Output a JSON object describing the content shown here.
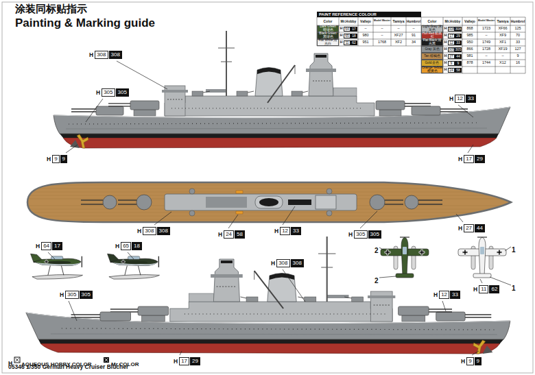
{
  "diagram": {
    "title": "Painting & Marking guide",
    "caption": "05346 1/350 German Heavy Cruiser Blücher",
    "nodes": [
      {
        "text": [
          "H",
          "308",
          "308"
        ]
      },
      {
        "text": [
          "H",
          "305",
          "305"
        ]
      },
      {
        "text": [
          "H",
          "12",
          "33"
        ]
      },
      {
        "text": [
          "H",
          "9",
          "9"
        ]
      },
      {
        "text": [
          "H",
          "17",
          "29"
        ]
      },
      {
        "text": [
          "H",
          "308",
          "308"
        ]
      },
      {
        "text": [
          "H",
          "24",
          "58"
        ]
      },
      {
        "text": [
          "H",
          "12",
          "33"
        ]
      },
      {
        "text": [
          "H",
          "305",
          "305"
        ]
      },
      {
        "text": [
          "H",
          "27",
          "44"
        ]
      },
      {
        "text": [
          "H",
          "64",
          "17"
        ]
      },
      {
        "text": [
          "H",
          "65",
          "18"
        ]
      },
      {
        "text": [
          "H",
          "308",
          "308"
        ]
      },
      {
        "text": [
          "H",
          "11",
          "62"
        ]
      },
      {
        "text": [
          "H",
          "305",
          "305"
        ]
      },
      {
        "text": [
          "H",
          "12",
          "33"
        ]
      },
      {
        "text": [
          "H",
          "17",
          "29"
        ]
      },
      {
        "text": [
          "H",
          "9",
          "9"
        ]
      }
    ],
    "labels": [
      "涂装同标贴指示",
      "PAINT REFERENCE COLOUR",
      "Color",
      "Mr.Hobby",
      "Vallejo",
      "Model Master",
      "Tamiya",
      "Humbrol",
      "Color",
      "Mr.Hobby",
      "Vallejo",
      "Model Master",
      "Tamiya",
      "Humbrol",
      "H",
      "64",
      "17",
      "–",
      "–",
      "–",
      "–",
      "H",
      "65",
      "18",
      "980",
      "–",
      "XF27",
      "91",
      "H",
      "11",
      "62",
      "951",
      "1768",
      "XF2",
      "34",
      "H",
      "308",
      "308",
      "868",
      "1723",
      "XF66",
      "125",
      "H",
      "17",
      "29",
      "985",
      "–",
      "XF9",
      "70",
      "H",
      "12",
      "33",
      "950",
      "1749",
      "XF1",
      "33",
      "H",
      "305",
      "305",
      "866",
      "1728",
      "XF19",
      "127",
      "H",
      "27",
      "44",
      "981",
      "–",
      "–",
      "9",
      "H",
      "9",
      "9",
      "878",
      "1744",
      "X12",
      "16",
      "H",
      "24",
      "58",
      "2",
      "2",
      "1",
      "1",
      "H"
    ],
    "legend": [
      {
        "text": "Dark Green 暗绿色",
        "color": "#3f5b2e"
      },
      {
        "text": "Black Green 黑绿色",
        "color": "#2c3a26"
      },
      {
        "text": "Flat White 消光白",
        "color": "#f2f2f2"
      },
      {
        "text": "Light Gray 浅灰色",
        "color": "#b5b8ba"
      },
      {
        "text": "Hull Red 船底红",
        "color": "#a8332b"
      },
      {
        "text": "Flat Black 消光黑",
        "color": "#1c1c1c"
      },
      {
        "text": "Gray 灰色",
        "color": "#8d9194"
      },
      {
        "text": "Tan 棕褐色",
        "color": "#b98a4f"
      },
      {
        "text": "Gold 金色",
        "color": "#d4a72c"
      },
      {
        "text": "Orange Yellow 橙黄色",
        "color": "#e89a2a"
      },
      {
        "text": "AQUEOUS HOBBY COLOR"
      },
      {
        "text": "Mr.COLOR"
      }
    ]
  }
}
